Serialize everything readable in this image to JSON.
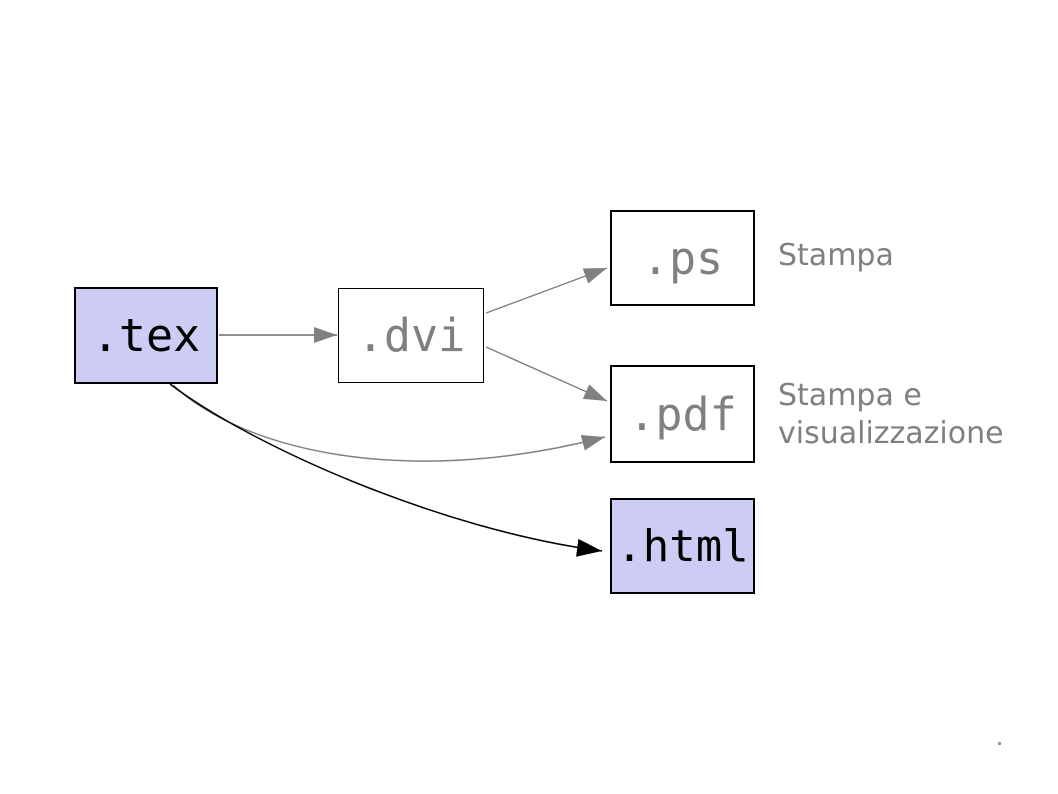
{
  "diagram": {
    "description": "LaTeX file conversion flow diagram",
    "nodes": [
      {
        "id": "tex",
        "label": ".tex",
        "style": "highlighted"
      },
      {
        "id": "dvi",
        "label": ".dvi",
        "style": "plain"
      },
      {
        "id": "ps",
        "label": ".ps",
        "style": "plain"
      },
      {
        "id": "pdf",
        "label": ".pdf",
        "style": "plain"
      },
      {
        "id": "html",
        "label": ".html",
        "style": "highlighted"
      }
    ],
    "annotations": {
      "ps_label": "Stampa",
      "pdf_label_line1": "Stampa e",
      "pdf_label_line2": "visualizzazione"
    },
    "edges": [
      {
        "from": "tex",
        "to": "dvi",
        "color": "gray",
        "shape": "straight"
      },
      {
        "from": "dvi",
        "to": "ps",
        "color": "gray",
        "shape": "straight"
      },
      {
        "from": "dvi",
        "to": "pdf",
        "color": "gray",
        "shape": "straight"
      },
      {
        "from": "tex",
        "to": "pdf",
        "color": "gray",
        "shape": "curved"
      },
      {
        "from": "tex",
        "to": "html",
        "color": "black",
        "shape": "curved"
      }
    ],
    "colors": {
      "background": "#ffffff",
      "highlight_node_fill": "#ccccf4",
      "plain_node_fill": "#ffffff",
      "node_border": "#000000",
      "gray_text_and_arrows": "#808080",
      "black_text_and_arrows": "#000000"
    }
  }
}
